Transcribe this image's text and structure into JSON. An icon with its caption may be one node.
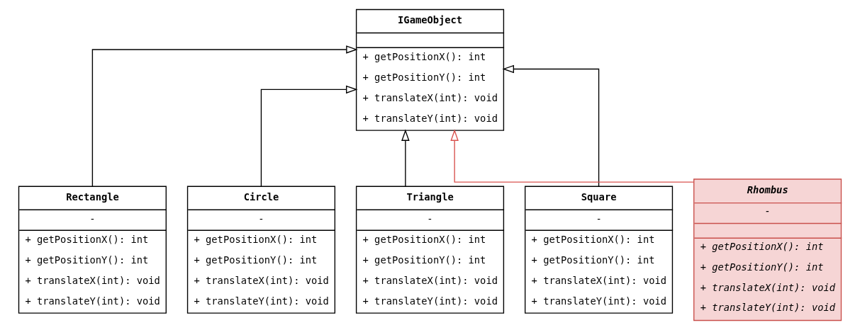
{
  "diagram": {
    "nodes": [
      {
        "text": [
          "IGameObject",
          "+ getPositionX(): int",
          "+ getPositionY(): int",
          "+ translateX(int): void",
          "+ translateY(int): void"
        ]
      },
      {
        "text": [
          "Rectangle",
          "-",
          "+ getPositionX(): int",
          "+ getPositionY(): int",
          "+ translateX(int): void",
          "+ translateY(int): void"
        ]
      },
      {
        "text": [
          "Circle",
          "-",
          "+ getPositionX(): int",
          "+ getPositionY(): int",
          "+ translateX(int): void",
          "+ translateY(int): void"
        ]
      },
      {
        "text": [
          "Triangle",
          "-",
          "+ getPositionX(): int",
          "+ getPositionY(): int",
          "+ translateX(int): void",
          "+ translateY(int): void"
        ]
      },
      {
        "text": [
          "Square",
          "-",
          "+ getPositionX(): int",
          "+ getPositionY(): int",
          "+ translateX(int): void",
          "+ translateY(int): void"
        ]
      },
      {
        "text": [
          "Rhombus",
          "-",
          "+ getPositionX(): int",
          "+ getPositionY(): int",
          "+ translateX(int): void",
          "+ translateY(int): void"
        ]
      }
    ],
    "edges": [
      {
        "from": 1,
        "to": 0,
        "arrow": "to"
      },
      {
        "from": 2,
        "to": 0,
        "arrow": "to"
      },
      {
        "from": 3,
        "to": 0,
        "arrow": "to"
      },
      {
        "from": 4,
        "to": 0,
        "arrow": "to"
      },
      {
        "from": 5,
        "to": 0,
        "arrow": "to",
        "color": "#d9534f"
      }
    ]
  }
}
